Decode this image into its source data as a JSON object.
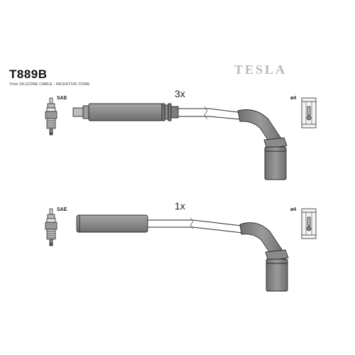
{
  "header": {
    "part_number": "T889B",
    "subtitle": "7mm SILICONE CABLE - RESISTIVE CORE",
    "brand": "TESLA"
  },
  "cables": [
    {
      "quantity": "3x",
      "plug_label": "SAE",
      "terminal_label": "ø4"
    },
    {
      "quantity": "1x",
      "plug_label": "SAE",
      "terminal_label": "ø4"
    }
  ],
  "colors": {
    "boot_fill": "#8a8a8a",
    "boot_dark": "#6e6e6e",
    "wire": "#ffffff",
    "outline": "#2a2a2a",
    "brand": "#b9b9b9"
  }
}
